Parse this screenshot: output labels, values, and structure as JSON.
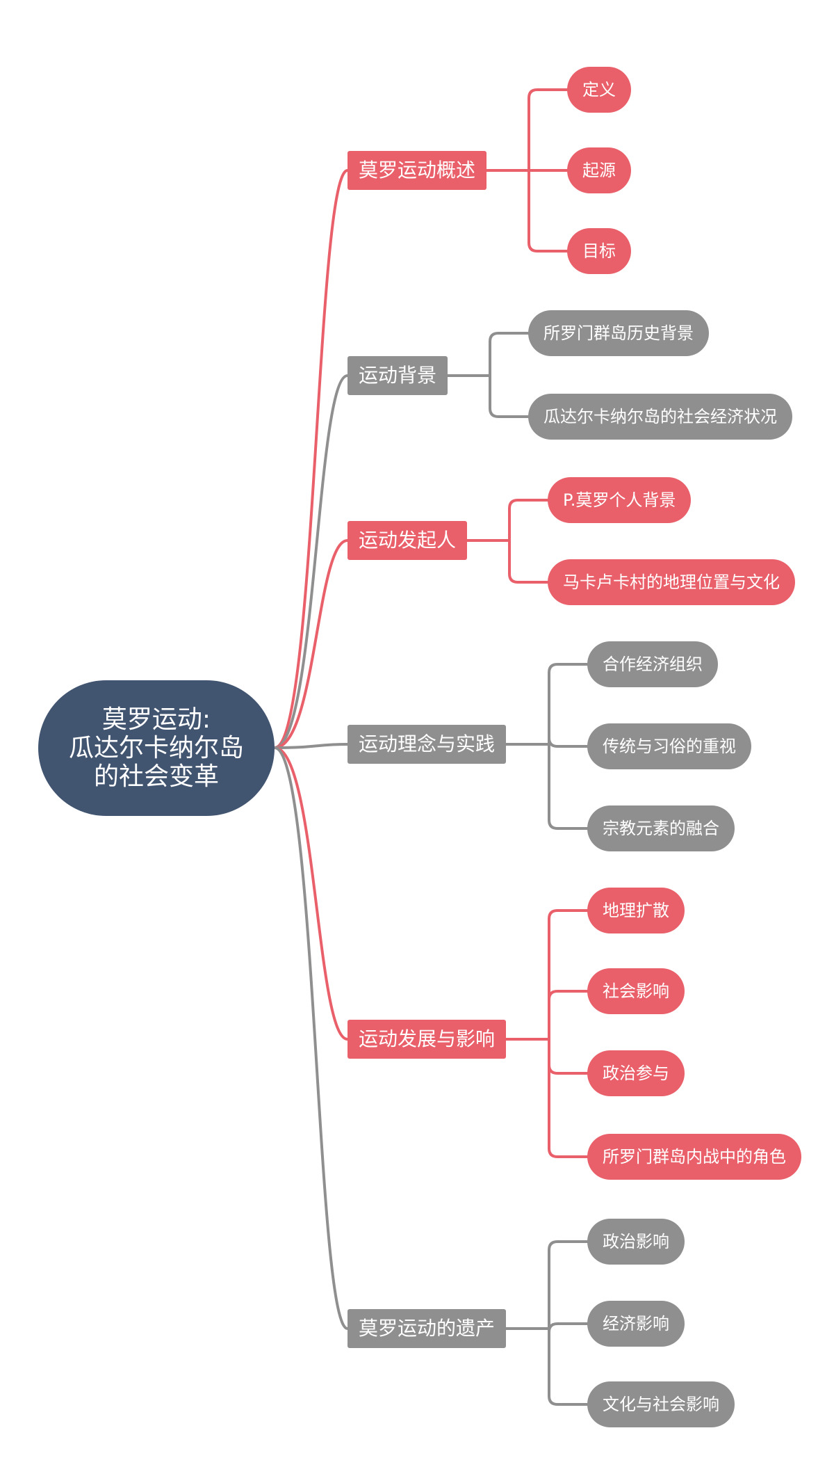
{
  "colors": {
    "accent": "#e9606a",
    "neutral": "#8f8f8f",
    "root": "#415470",
    "text": "#ffffff"
  },
  "root": {
    "title": "莫罗运动:\n瓜达尔卡纳尔岛\n的社会变革"
  },
  "branches": [
    {
      "label": "莫罗运动概述",
      "color": "accent",
      "children": [
        "定义",
        "起源",
        "目标"
      ]
    },
    {
      "label": "运动背景",
      "color": "neutral",
      "children": [
        "所罗门群岛历史背景",
        "瓜达尔卡纳尔岛的社会经济状况"
      ]
    },
    {
      "label": "运动发起人",
      "color": "accent",
      "children": [
        "P.莫罗个人背景",
        "马卡卢卡村的地理位置与文化"
      ]
    },
    {
      "label": "运动理念与实践",
      "color": "neutral",
      "children": [
        "合作经济组织",
        "传统与习俗的重视",
        "宗教元素的融合"
      ]
    },
    {
      "label": "运动发展与影响",
      "color": "accent",
      "children": [
        "地理扩散",
        "社会影响",
        "政治参与",
        "所罗门群岛内战中的角色"
      ]
    },
    {
      "label": "莫罗运动的遗产",
      "color": "neutral",
      "children": [
        "政治影响",
        "经济影响",
        "文化与社会影响"
      ]
    }
  ]
}
